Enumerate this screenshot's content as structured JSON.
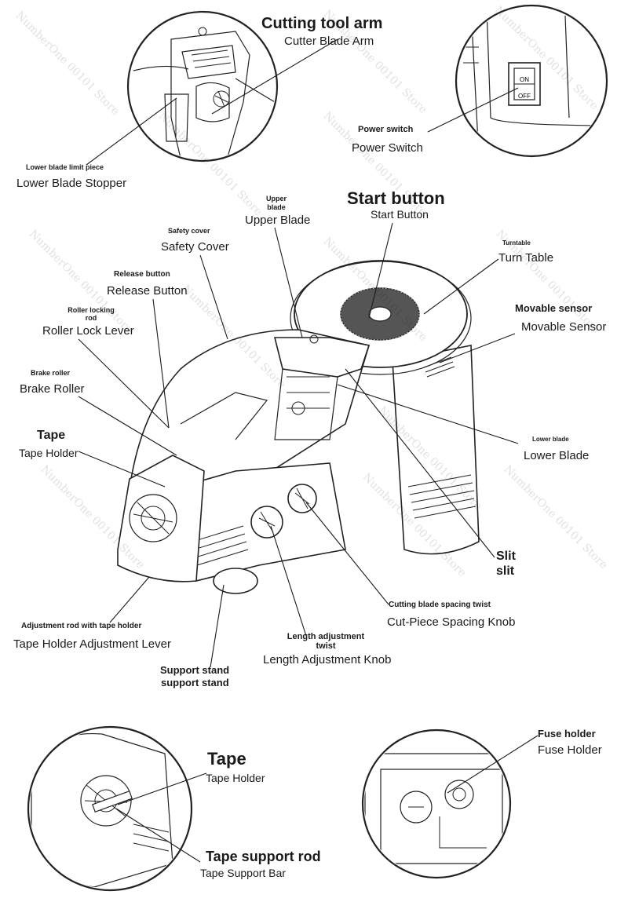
{
  "watermark": "NumberOne 00101 Store",
  "labels": {
    "cutting_tool_arm": "Cutting tool arm",
    "cutter_blade_arm": "Cutter Blade Arm",
    "power_switch_en": "Power switch",
    "power_switch": "Power Switch",
    "switch_on": "ON",
    "switch_off": "OFF",
    "lower_blade_limit_piece": "Lower blade limit piece",
    "lower_blade_stopper": "Lower Blade Stopper",
    "upper_blade_small_1": "Upper",
    "upper_blade_small_2": "blade",
    "upper_blade": "Upper Blade",
    "start_button_en": "Start button",
    "start_button": "Start Button",
    "safety_cover_en": "Safety cover",
    "safety_cover": "Safety Cover",
    "turntable_en": "Turntable",
    "turn_table": "Turn Table",
    "release_button_en": "Release button",
    "release_button": "Release Button",
    "movable_sensor_en": "Movable sensor",
    "movable_sensor": "Movable Sensor",
    "roller_locking_rod_1": "Roller locking",
    "roller_locking_rod_2": "rod",
    "roller_lock_lever": "Roller Lock Lever",
    "brake_roller_en": "Brake roller",
    "brake_roller": "Brake Roller",
    "tape_en": "Tape",
    "tape_holder": "Tape Holder",
    "lower_blade_en": "Lower blade",
    "lower_blade": "Lower Blade",
    "slit_1": "Slit",
    "slit_2": "slit",
    "cutting_blade_spacing_twist": "Cutting blade spacing twist",
    "cut_piece_spacing_knob": "Cut-Piece Spacing Knob",
    "adjustment_rod_with_tape_holder": "Adjustment rod with tape holder",
    "tape_holder_adjustment_lever": "Tape Holder Adjustment Lever",
    "length_adjustment_twist_1": "Length adjustment",
    "length_adjustment_twist_2": "twist",
    "length_adjustment_knob": "Length Adjustment Knob",
    "support_stand_1": "Support stand",
    "support_stand_2": "support stand",
    "tape_en_2": "Tape",
    "tape_holder_2": "Tape Holder",
    "tape_support_rod": "Tape support rod",
    "tape_support_bar": "Tape Support Bar",
    "fuse_holder_en": "Fuse holder",
    "fuse_holder": "Fuse Holder"
  }
}
